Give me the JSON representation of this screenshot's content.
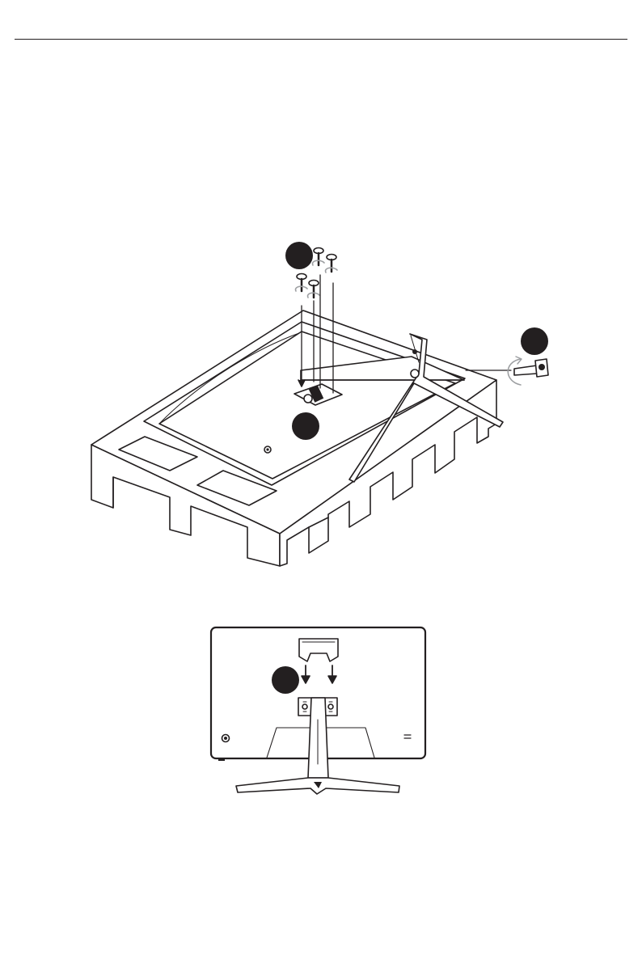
{
  "figure": {
    "top_rule_visible": true,
    "line_color": "#231f20",
    "badge_color": "#231f20",
    "arrow_color": "#9d9fa2",
    "steps": [
      {
        "id": "screw",
        "label": ""
      },
      {
        "id": "thumbscrew",
        "label": ""
      },
      {
        "id": "bracket",
        "label": ""
      },
      {
        "id": "cover",
        "label": ""
      }
    ]
  }
}
